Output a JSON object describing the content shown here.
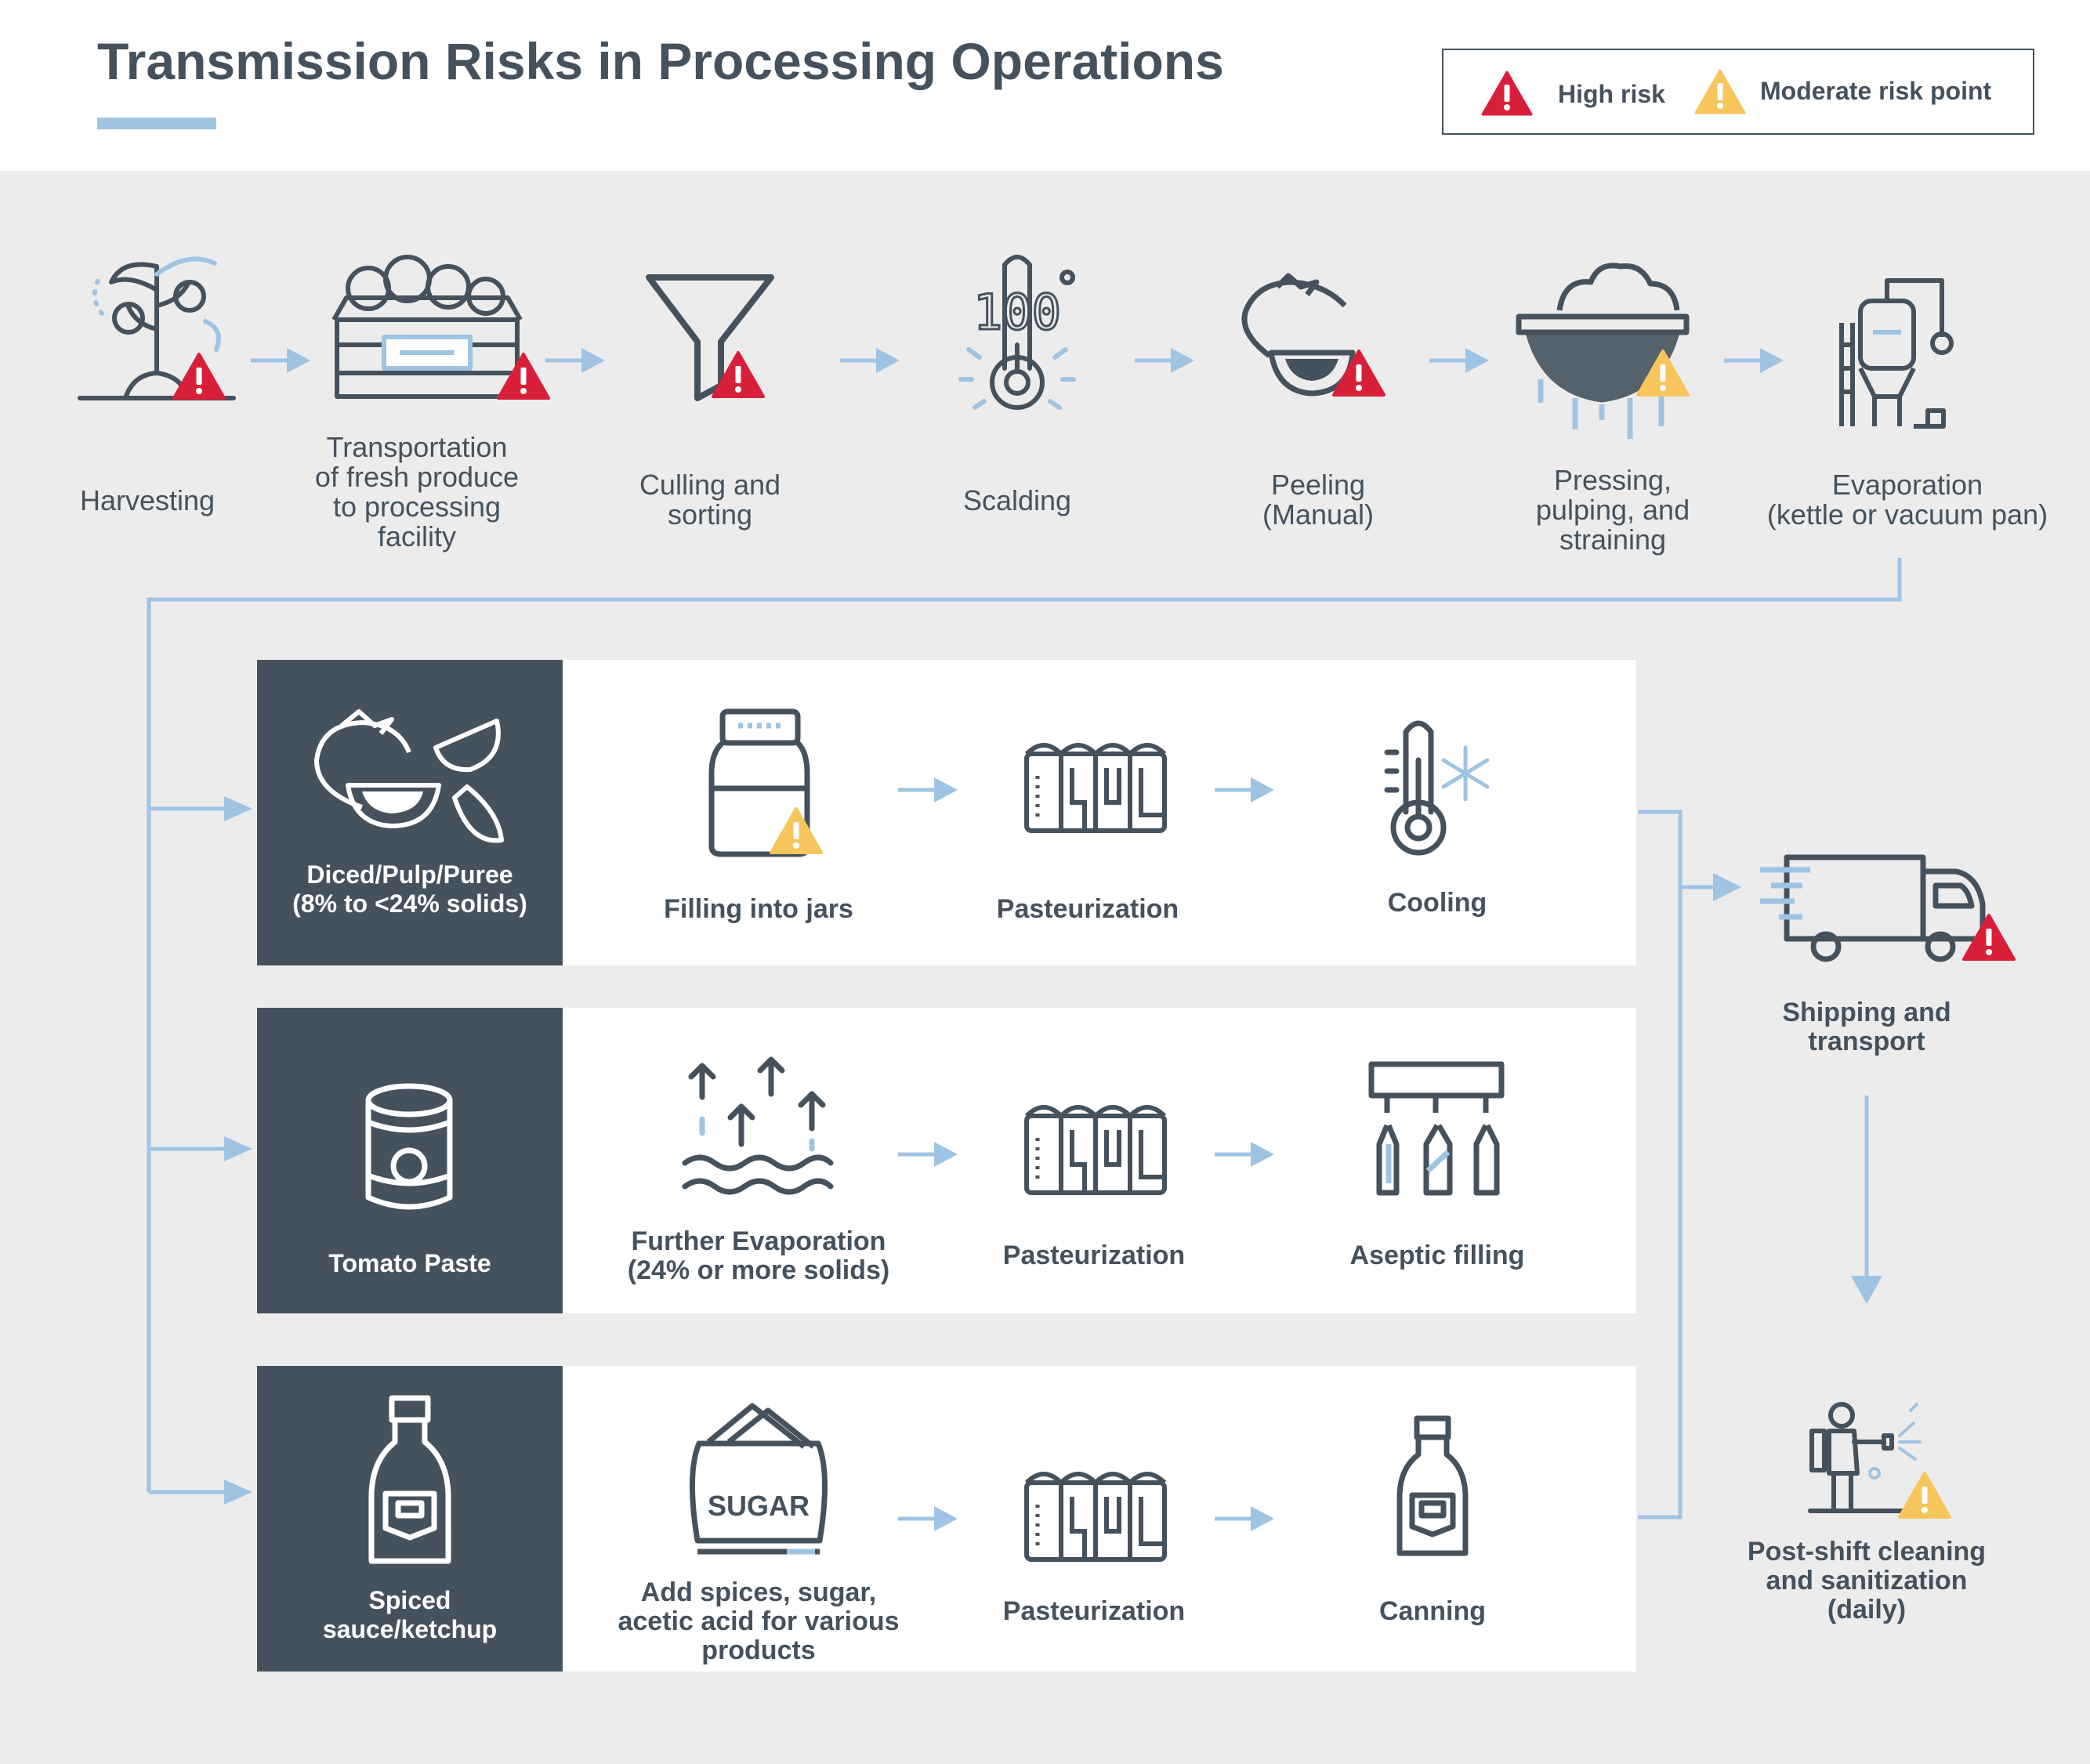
{
  "title": "Transmission Risks in Processing Operations",
  "legend": {
    "high": "High risk",
    "moderate": "Moderate risk point"
  },
  "colors": {
    "high_risk": "#d81f3a",
    "moderate_risk": "#f6c55c",
    "icon": "#45525e",
    "accent": "#9fc4e3",
    "panel": "#ececec",
    "row_header": "#45525e"
  },
  "top_steps": [
    {
      "label": "Harvesting",
      "icon": "tomato-plant-icon",
      "risk": "high"
    },
    {
      "label": "Transportation\nof fresh produce\nto processing\nfacility",
      "icon": "produce-crate-icon",
      "risk": "high"
    },
    {
      "label": "Culling and\nsorting",
      "icon": "funnel-icon",
      "risk": "high"
    },
    {
      "label": "Scalding",
      "icon": "thermometer-100-icon",
      "risk": "none"
    },
    {
      "label": "Peeling\n(Manual)",
      "icon": "tomato-slice-icon",
      "risk": "high"
    },
    {
      "label": "Pressing,\npulping, and\nstraining",
      "icon": "strainer-icon",
      "risk": "moderate"
    },
    {
      "label": "Evaporation\n(kettle or vacuum pan)",
      "icon": "evaporator-icon",
      "risk": "none"
    }
  ],
  "product_rows": [
    {
      "header": "Diced/Pulp/Puree\n(8% to <24% solids)",
      "header_icon": "tomato-pieces-icon",
      "steps": [
        {
          "label": "Filling into jars",
          "icon": "jar-icon",
          "risk": "moderate"
        },
        {
          "label": "Pasteurization",
          "icon": "pasteurizer-icon",
          "risk": "none"
        },
        {
          "label": "Cooling",
          "icon": "thermometer-snowflake-icon",
          "risk": "none"
        }
      ]
    },
    {
      "header": "Tomato Paste",
      "header_icon": "can-icon",
      "steps": [
        {
          "label": "Further Evaporation\n(24% or more solids)",
          "icon": "evaporation-arrows-icon",
          "risk": "none"
        },
        {
          "label": "Pasteurization",
          "icon": "pasteurizer-icon",
          "risk": "none"
        },
        {
          "label": "Aseptic filling",
          "icon": "bottle-filler-icon",
          "risk": "none"
        }
      ]
    },
    {
      "header": "Spiced\nsauce/ketchup",
      "header_icon": "ketchup-bottle-icon",
      "steps": [
        {
          "label": "Add spices, sugar,\nacetic acid for various\nproducts",
          "icon": "sugar-sack-icon",
          "icon_text": "SUGAR",
          "risk": "none"
        },
        {
          "label": "Pasteurization",
          "icon": "pasteurizer-icon",
          "risk": "none"
        },
        {
          "label": "Canning",
          "icon": "sauce-bottle-icon",
          "risk": "none"
        }
      ]
    }
  ],
  "final_steps": [
    {
      "label": "Shipping and\ntransport",
      "icon": "delivery-truck-icon",
      "risk": "high"
    },
    {
      "label": "Post-shift cleaning\nand sanitization\n(daily)",
      "icon": "sanitizing-worker-icon",
      "risk": "moderate"
    }
  ]
}
